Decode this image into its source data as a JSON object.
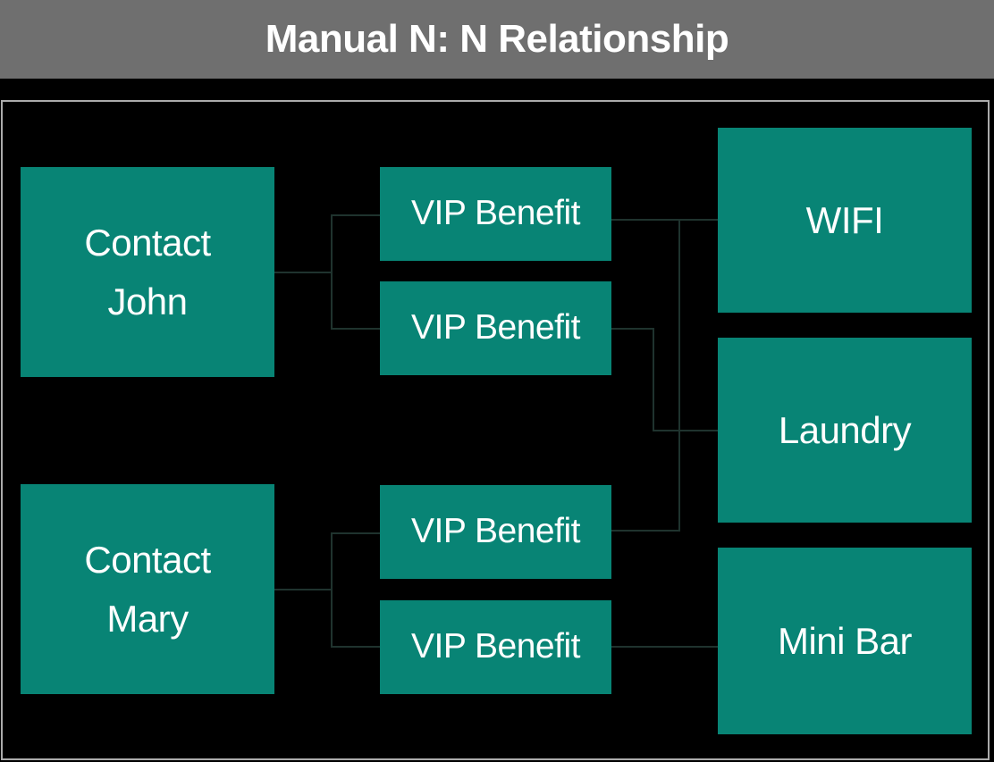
{
  "header": {
    "title": "Manual N: N Relationship"
  },
  "colors": {
    "header_bg": "#6F6F6F",
    "header_text": "#FFFFFF",
    "canvas_bg": "#000000",
    "frame_border": "#ABABAB",
    "node_fill": "#088475",
    "node_text": "#FFFFFF",
    "connector": "#1F332E"
  },
  "nodes": {
    "contact_john": {
      "line1": "Contact",
      "line2": "John"
    },
    "contact_mary": {
      "line1": "Contact",
      "line2": "Mary"
    },
    "vip_benefits": [
      "VIP Benefit",
      "VIP Benefit",
      "VIP Benefit",
      "VIP Benefit"
    ],
    "benefits": {
      "wifi": "WIFI",
      "laundry": "Laundry",
      "mini_bar": "Mini Bar"
    }
  },
  "relationships": [
    {
      "from": "Contact John",
      "junction": "VIP Benefit",
      "to": "WIFI"
    },
    {
      "from": "Contact John",
      "junction": "VIP Benefit",
      "to": "Laundry"
    },
    {
      "from": "Contact Mary",
      "junction": "VIP Benefit",
      "to": "WIFI"
    },
    {
      "from": "Contact Mary",
      "junction": "VIP Benefit",
      "to": "Mini Bar"
    }
  ]
}
